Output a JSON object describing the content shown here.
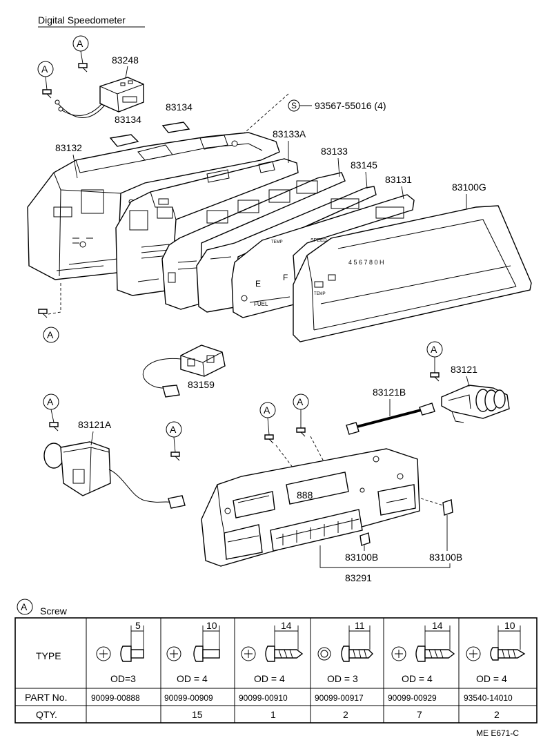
{
  "title": "Digital Speedometer",
  "callout_letter": "A",
  "screw_callout": "S",
  "callouts": {
    "p83248": "83248",
    "p83134a": "83134",
    "p83134b": "83134",
    "p93567": "93567-55016 (4)",
    "p83133A": "83133A",
    "p83132": "83132",
    "p83133": "83133",
    "p83145": "83145",
    "p83131": "83131",
    "p83100G": "83100G",
    "p83159": "83159",
    "p83121": "83121",
    "p83121B": "83121B",
    "p83121A": "83121A",
    "p83100B_left": "83100B",
    "p83100B_right": "83100B",
    "p83291": "83291"
  },
  "panel_glyphs": {
    "e": "E",
    "f": "F",
    "fuel": "FUEL",
    "speed": "SPEED",
    "temp_a": "TEMP",
    "temp_b": "TEMP",
    "digits": "4 5 6 7 8 0 H"
  },
  "legend_title": "Screw",
  "table": {
    "row_type": "TYPE",
    "row_part": "PART No.",
    "row_qty": "QTY.",
    "columns": [
      {
        "length": "5",
        "od": "OD=3",
        "part_no": "90099-00888",
        "qty": ""
      },
      {
        "length": "10",
        "od": "OD = 4",
        "part_no": "90099-00909",
        "qty": "15"
      },
      {
        "length": "14",
        "od": "OD = 4",
        "part_no": "90099-00910",
        "qty": "1"
      },
      {
        "length": "11",
        "od": "OD = 3",
        "part_no": "90099-00917",
        "qty": "2"
      },
      {
        "length": "14",
        "od": "OD = 4",
        "part_no": "90099-00929",
        "qty": "7"
      },
      {
        "length": "10",
        "od": "OD = 4",
        "part_no": "93540-14010",
        "qty": "2"
      }
    ]
  },
  "figure_code": "ME E671-C"
}
